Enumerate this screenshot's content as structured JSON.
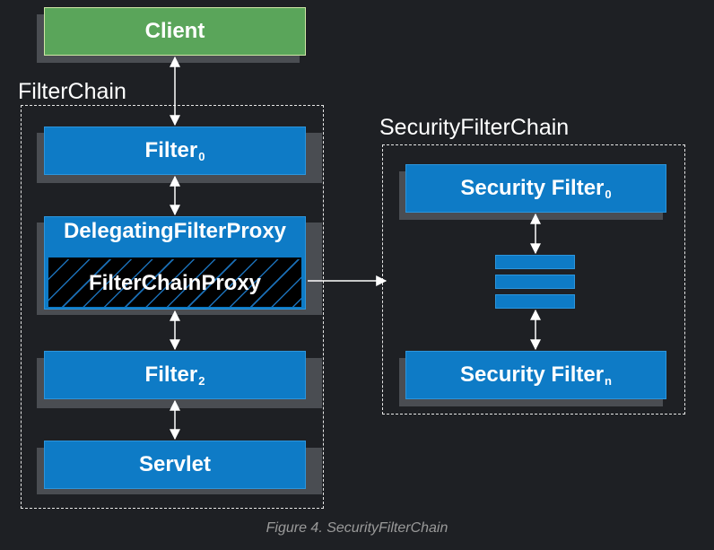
{
  "client": {
    "label": "Client"
  },
  "filter_chain": {
    "title": "FilterChain",
    "filter0": {
      "label": "Filter",
      "sub": "0"
    },
    "delegating_filter_proxy": {
      "label": "DelegatingFilterProxy"
    },
    "filter_chain_proxy": {
      "label": "FilterChainProxy"
    },
    "filter2": {
      "label": "Filter",
      "sub": "2"
    },
    "servlet": {
      "label": "Servlet"
    }
  },
  "security_filter_chain": {
    "title": "SecurityFilterChain",
    "security_filter0": {
      "label": "Security Filter",
      "sub": "0"
    },
    "security_filtern": {
      "label": "Security Filter",
      "sub": "n"
    }
  },
  "caption": "Figure 4. SecurityFilterChain",
  "colors": {
    "background": "#1e2024",
    "box_blue": "#0e7bc6",
    "client_green": "#5aa55a",
    "shadow": "#4a4d52",
    "arrow": "#ffffff"
  }
}
